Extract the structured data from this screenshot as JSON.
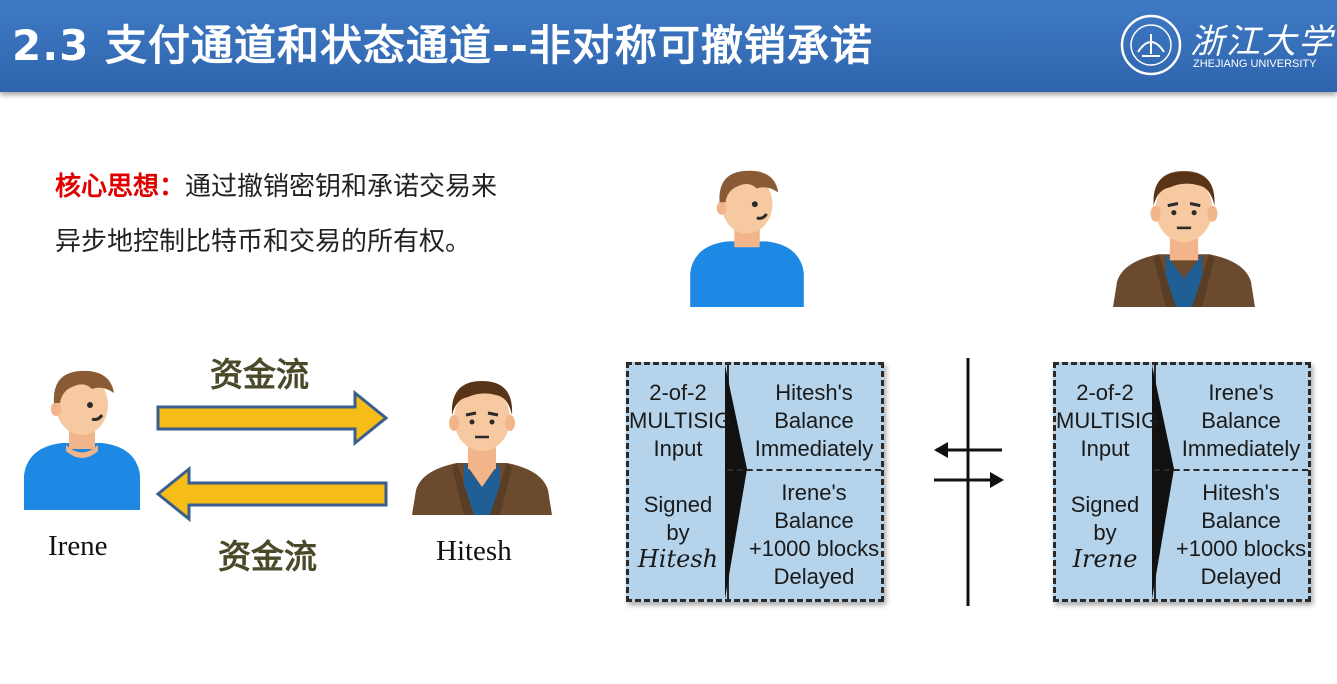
{
  "header": {
    "title": "2.3 支付通道和状态通道--非对称可撤销承诺",
    "logo_cn": "浙江大学",
    "logo_en": "ZHEJIANG UNIVERSITY",
    "logo_seal_icon": "university-seal-icon",
    "background": "#3a72bd"
  },
  "core_idea": {
    "label": "核心思想",
    "colon": "：",
    "line1": "通过撤销密钥和承诺交易来",
    "line2": "异步地控制比特币和交易的所有权。",
    "label_color": "#e00000"
  },
  "flow": {
    "top_label": "资金流",
    "bottom_label": "资金流",
    "arrow_color": "#f5bd16",
    "arrow_border": "#3a5f8f",
    "left_person": "Irene",
    "right_person": "Hitesh"
  },
  "tx_left": {
    "input_line": "2-of-2\nMULTISIG\nInput",
    "signed_line": "Signed\nby",
    "signer": "Hitesh",
    "out1": "Hitesh's\nBalance\nImmediately",
    "out2": "Irene's\nBalance\n+1000 blocks\nDelayed"
  },
  "tx_right": {
    "input_line": "2-of-2\nMULTISIG\nInput",
    "signed_line": "Signed\nby",
    "signer": "Irene",
    "out1": "Irene's\nBalance\nImmediately",
    "out2": "Hitesh's\nBalance\n+1000 blocks\nDelayed"
  },
  "colors": {
    "box_fill": "#b5d3ea",
    "shirt_blue": "#1e88e5",
    "jacket_brown": "#6b4a2e"
  }
}
